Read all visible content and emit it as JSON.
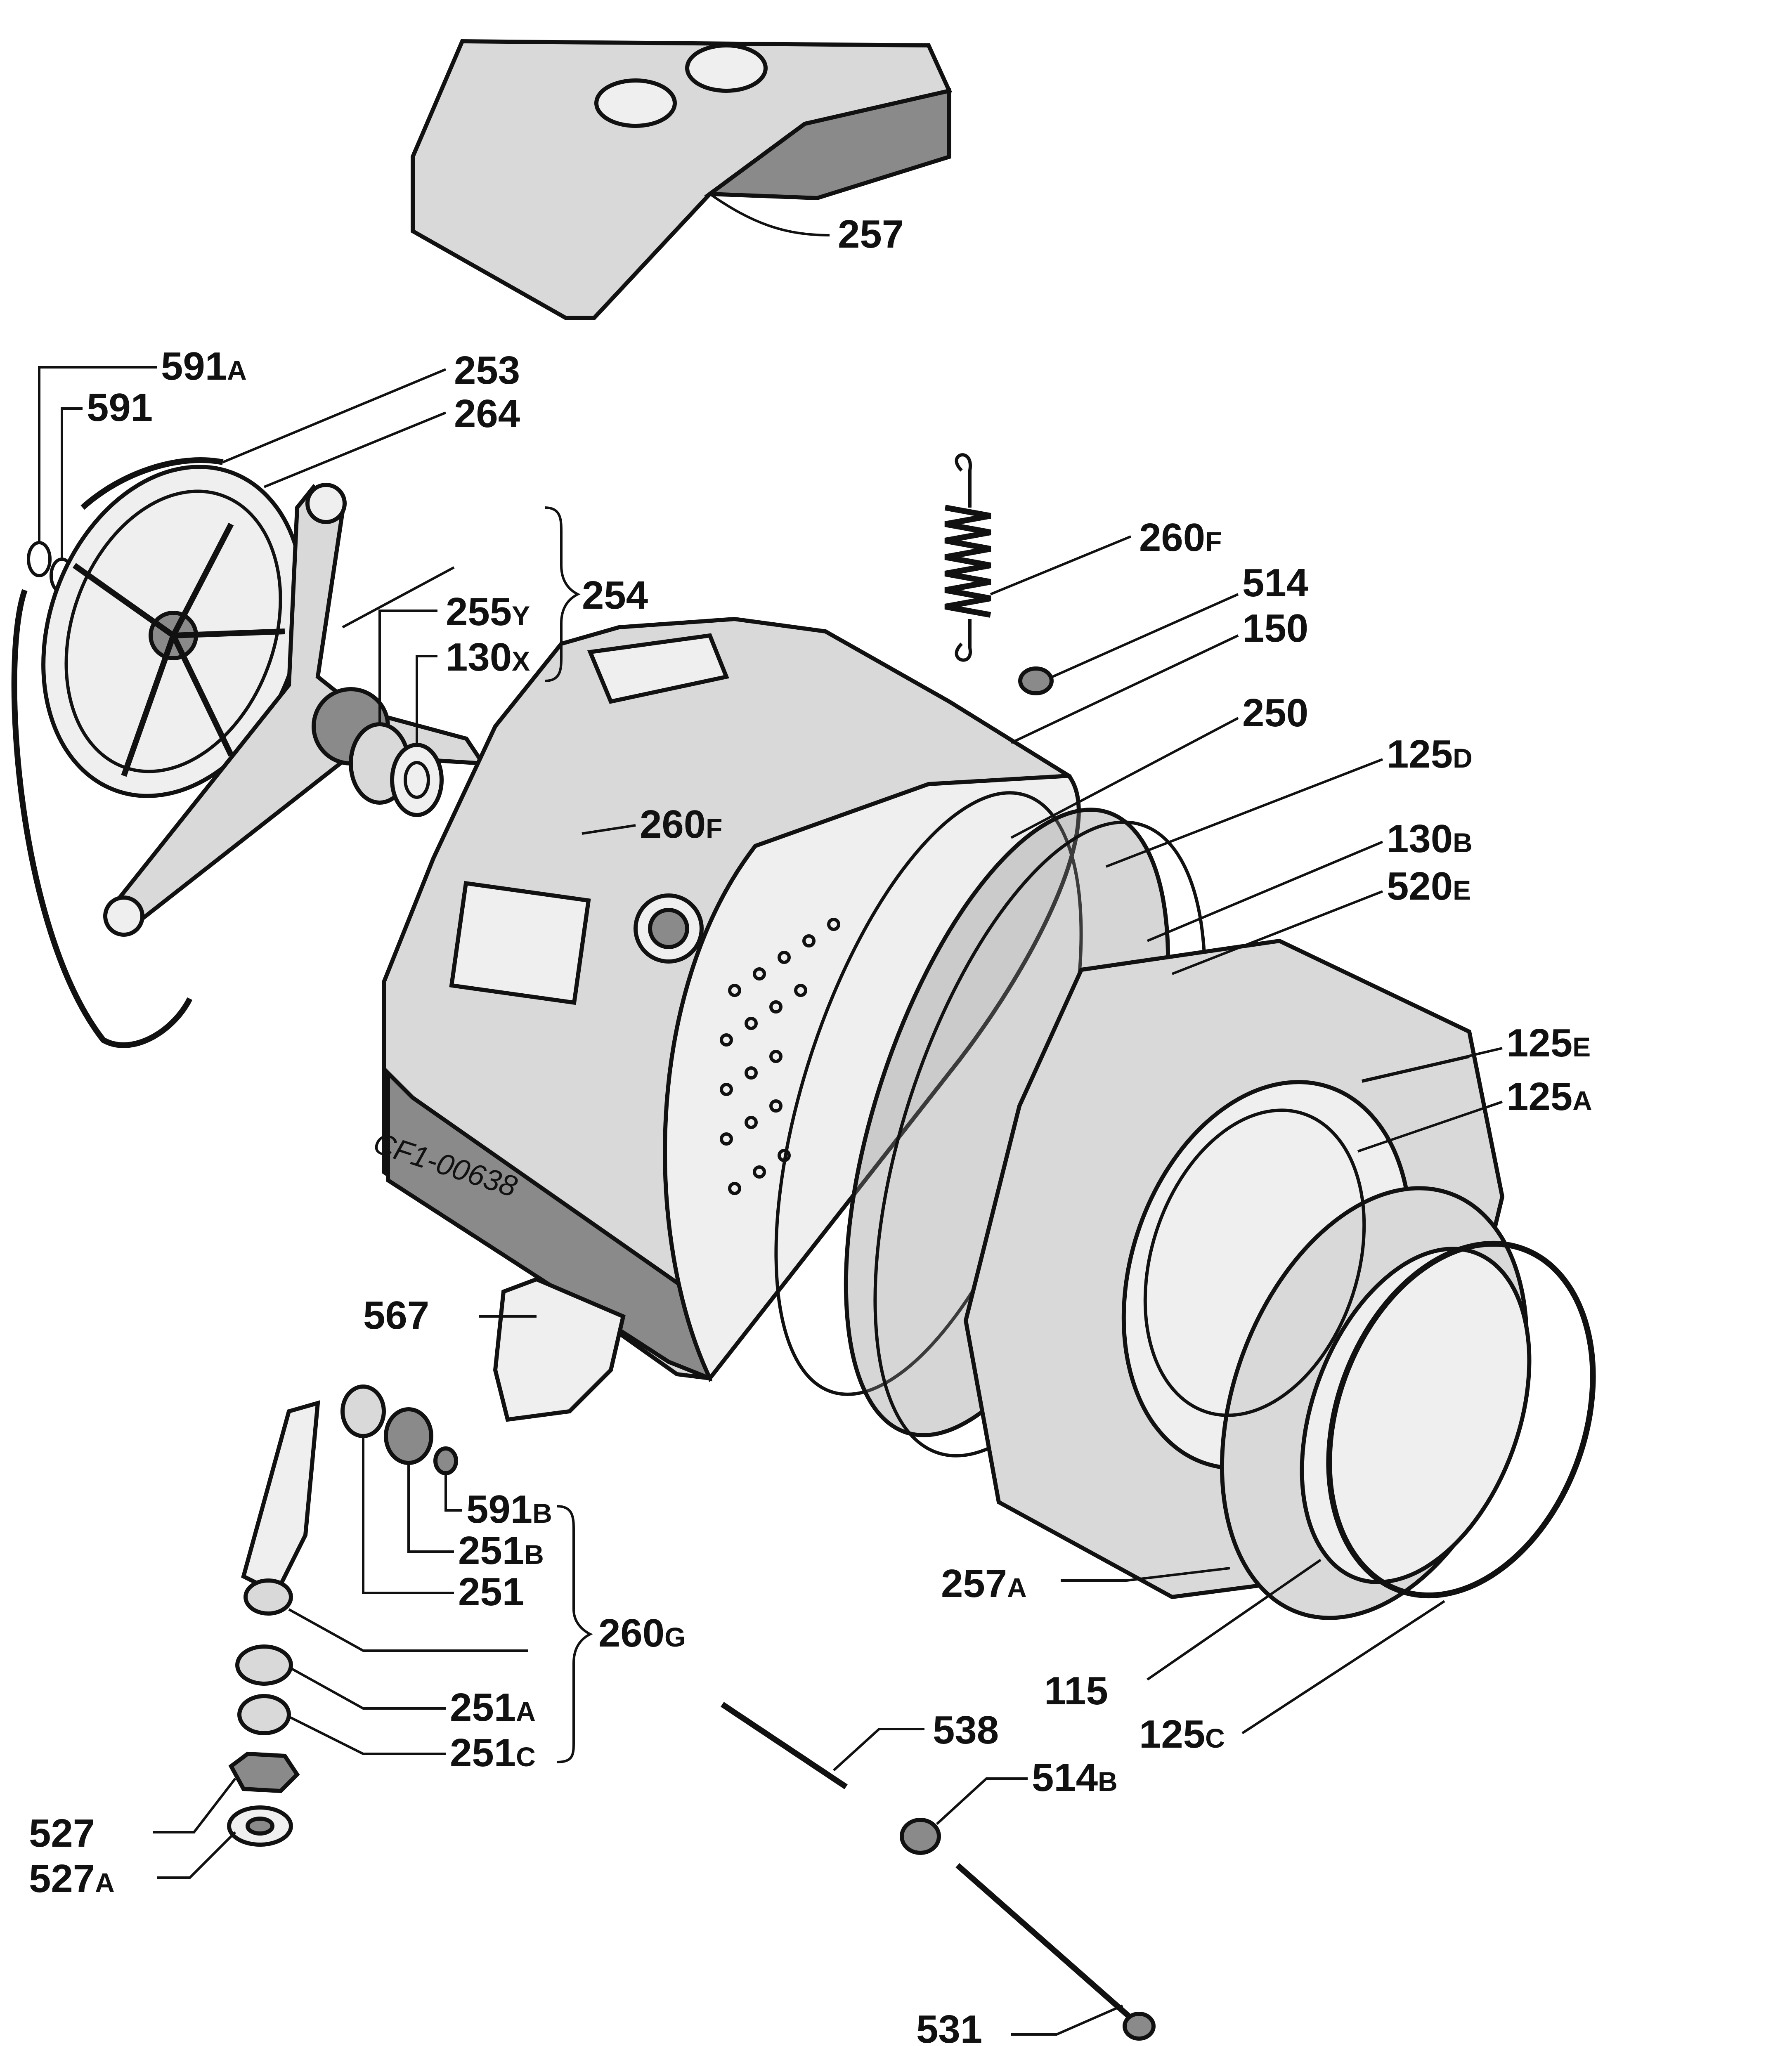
{
  "diagram_code": "CF1-00638",
  "labels": {
    "l257": {
      "num": "257",
      "sub": ""
    },
    "l591a": {
      "num": "591",
      "sub": "A"
    },
    "l591": {
      "num": "591",
      "sub": ""
    },
    "l253": {
      "num": "253",
      "sub": ""
    },
    "l264": {
      "num": "264",
      "sub": ""
    },
    "l254": {
      "num": "254",
      "sub": ""
    },
    "l255y": {
      "num": "255",
      "sub": "Y"
    },
    "l130x": {
      "num": "130",
      "sub": "X"
    },
    "l260f_top": {
      "num": "260",
      "sub": "F"
    },
    "l514": {
      "num": "514",
      "sub": ""
    },
    "l150": {
      "num": "150",
      "sub": ""
    },
    "l250": {
      "num": "250",
      "sub": ""
    },
    "l260f_left": {
      "num": "260",
      "sub": "F"
    },
    "l125d": {
      "num": "125",
      "sub": "D"
    },
    "l130b": {
      "num": "130",
      "sub": "B"
    },
    "l520e": {
      "num": "520",
      "sub": "E"
    },
    "l125e": {
      "num": "125",
      "sub": "E"
    },
    "l125a": {
      "num": "125",
      "sub": "A"
    },
    "l567": {
      "num": "567",
      "sub": ""
    },
    "l591b": {
      "num": "591",
      "sub": "B"
    },
    "l251b": {
      "num": "251",
      "sub": "B"
    },
    "l251": {
      "num": "251",
      "sub": ""
    },
    "l260g": {
      "num": "260",
      "sub": "G"
    },
    "l251a": {
      "num": "251",
      "sub": "A"
    },
    "l251c": {
      "num": "251",
      "sub": "C"
    },
    "l257a": {
      "num": "257",
      "sub": "A"
    },
    "l115": {
      "num": "115",
      "sub": ""
    },
    "l125c": {
      "num": "125",
      "sub": "C"
    },
    "l538": {
      "num": "538",
      "sub": ""
    },
    "l514b": {
      "num": "514",
      "sub": "B"
    },
    "l527": {
      "num": "527",
      "sub": ""
    },
    "l527a": {
      "num": "527",
      "sub": "A"
    },
    "l531": {
      "num": "531",
      "sub": ""
    }
  },
  "colors": {
    "ink": "#111111",
    "stipple": "#d9d9d9",
    "paper": "#ffffff"
  }
}
